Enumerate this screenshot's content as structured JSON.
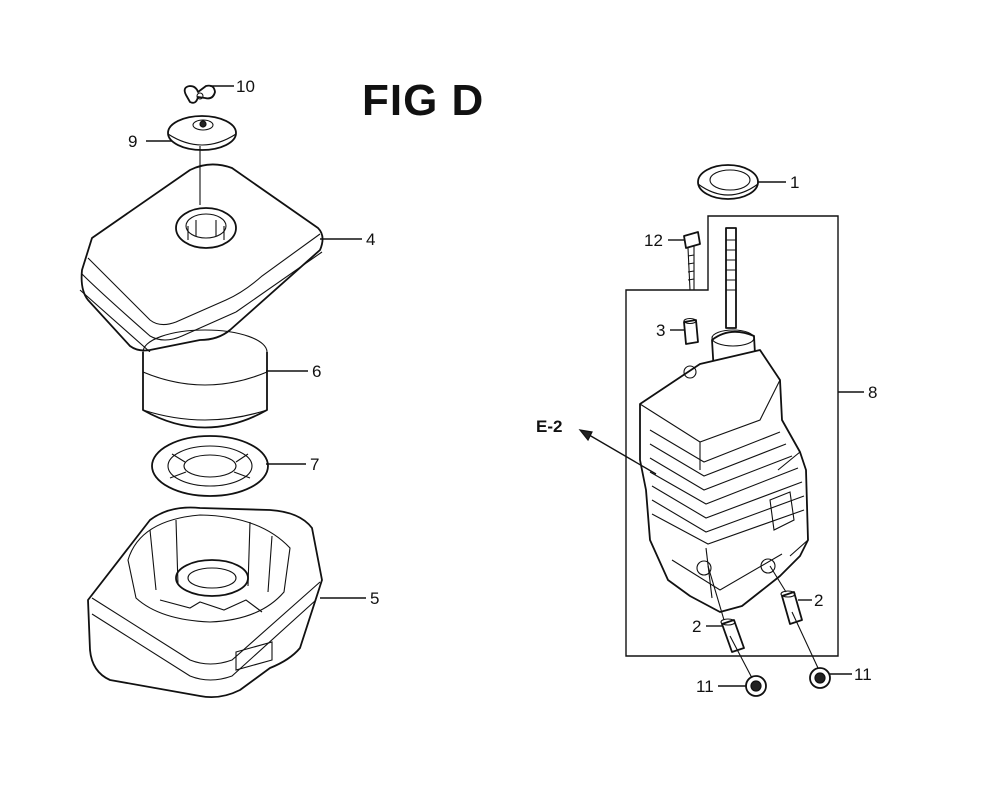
{
  "figure": {
    "title": "FIG D"
  },
  "callouts": [
    {
      "id": "10",
      "label": "10"
    },
    {
      "id": "9",
      "label": "9"
    },
    {
      "id": "4",
      "label": "4"
    },
    {
      "id": "6",
      "label": "6"
    },
    {
      "id": "7",
      "label": "7"
    },
    {
      "id": "5",
      "label": "5"
    },
    {
      "id": "1",
      "label": "1"
    },
    {
      "id": "12",
      "label": "12"
    },
    {
      "id": "3",
      "label": "3"
    },
    {
      "id": "8",
      "label": "8"
    },
    {
      "id": "2a",
      "label": "2"
    },
    {
      "id": "2b",
      "label": "2"
    },
    {
      "id": "11a",
      "label": "11"
    },
    {
      "id": "11b",
      "label": "11"
    }
  ],
  "reference": {
    "label": "E-2"
  }
}
